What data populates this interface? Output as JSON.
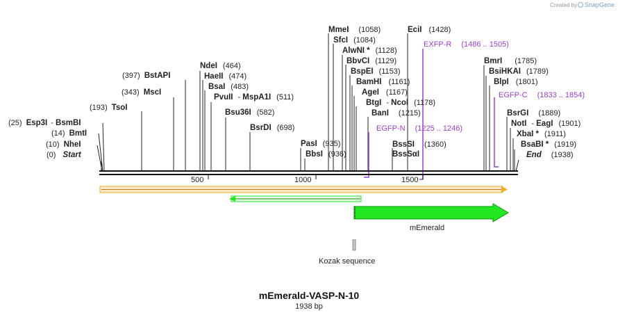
{
  "header": {
    "created_by": "Created by",
    "brand": "SnapGene"
  },
  "map": {
    "name": "mEmerald-VASP-N-10",
    "length_label": "1938 bp",
    "ruler_ticks": [
      "500",
      "1000",
      "1500"
    ],
    "features": {
      "mEmerald": "mEmerald",
      "kozak": "Kozak sequence"
    },
    "sites": [
      {
        "pos": "(0)",
        "name": "Start"
      },
      {
        "pos": "(10)",
        "name": "NheI"
      },
      {
        "pos": "(14)",
        "name": "BmtI"
      },
      {
        "pos": "(25)",
        "name": "Esp3I",
        "name2": "BsmBI"
      },
      {
        "pos": "(193)",
        "name": "TsoI"
      },
      {
        "pos": "(343)",
        "name": "MscI"
      },
      {
        "pos": "(397)",
        "name": "BstAPI"
      },
      {
        "pos": "(464)",
        "name": "NdeI"
      },
      {
        "pos": "(474)",
        "name": "HaeII"
      },
      {
        "pos": "(483)",
        "name": "BsaI"
      },
      {
        "pos": "(511)",
        "name": "PvuII",
        "name2": "MspA1I"
      },
      {
        "pos": "(582)",
        "name": "Bsu36I"
      },
      {
        "pos": "(698)",
        "name": "BsrDI"
      },
      {
        "pos": "(935)",
        "name": "PasI"
      },
      {
        "pos": "(936)",
        "name": "BbsI"
      },
      {
        "pos": "(1058)",
        "name": "MmeI"
      },
      {
        "pos": "(1084)",
        "name": "SfcI"
      },
      {
        "pos": "(1128)",
        "name": "AlwNI *"
      },
      {
        "pos": "(1129)",
        "name": "BbvCI"
      },
      {
        "pos": "(1153)",
        "name": "BspEI"
      },
      {
        "pos": "(1161)",
        "name": "BamHI"
      },
      {
        "pos": "(1167)",
        "name": "AgeI"
      },
      {
        "pos": "(1178)",
        "name": "BtgI",
        "name2": "NcoI"
      },
      {
        "pos": "(1215)",
        "name": "BanI"
      },
      {
        "pos": "(1360)",
        "name": "BssSI",
        "name2": "BssSαI"
      },
      {
        "pos": "(1428)",
        "name": "EciI"
      },
      {
        "pos": "(1785)",
        "name": "BmrI"
      },
      {
        "pos": "(1789)",
        "name": "BsiHKAI"
      },
      {
        "pos": "(1801)",
        "name": "BlpI"
      },
      {
        "pos": "(1889)",
        "name": "BsrGI"
      },
      {
        "pos": "(1901)",
        "name": "NotI",
        "name2": "EagI"
      },
      {
        "pos": "(1911)",
        "name": "XbaI *"
      },
      {
        "pos": "(1919)",
        "name": "BsaBI *"
      },
      {
        "pos": "(1938)",
        "name": "End"
      }
    ],
    "primers": [
      {
        "name": "EXFP-R",
        "range": "(1486 .. 1505)"
      },
      {
        "name": "EGFP-C",
        "range": "(1833 .. 1854)"
      },
      {
        "name": "EGFP-N",
        "range": "(1225 .. 1246)"
      }
    ]
  },
  "colors": {
    "primer": "#9b3fd0",
    "orf": "#f5a623",
    "feature": "#22e622",
    "kozak": "#b0b0b0"
  }
}
